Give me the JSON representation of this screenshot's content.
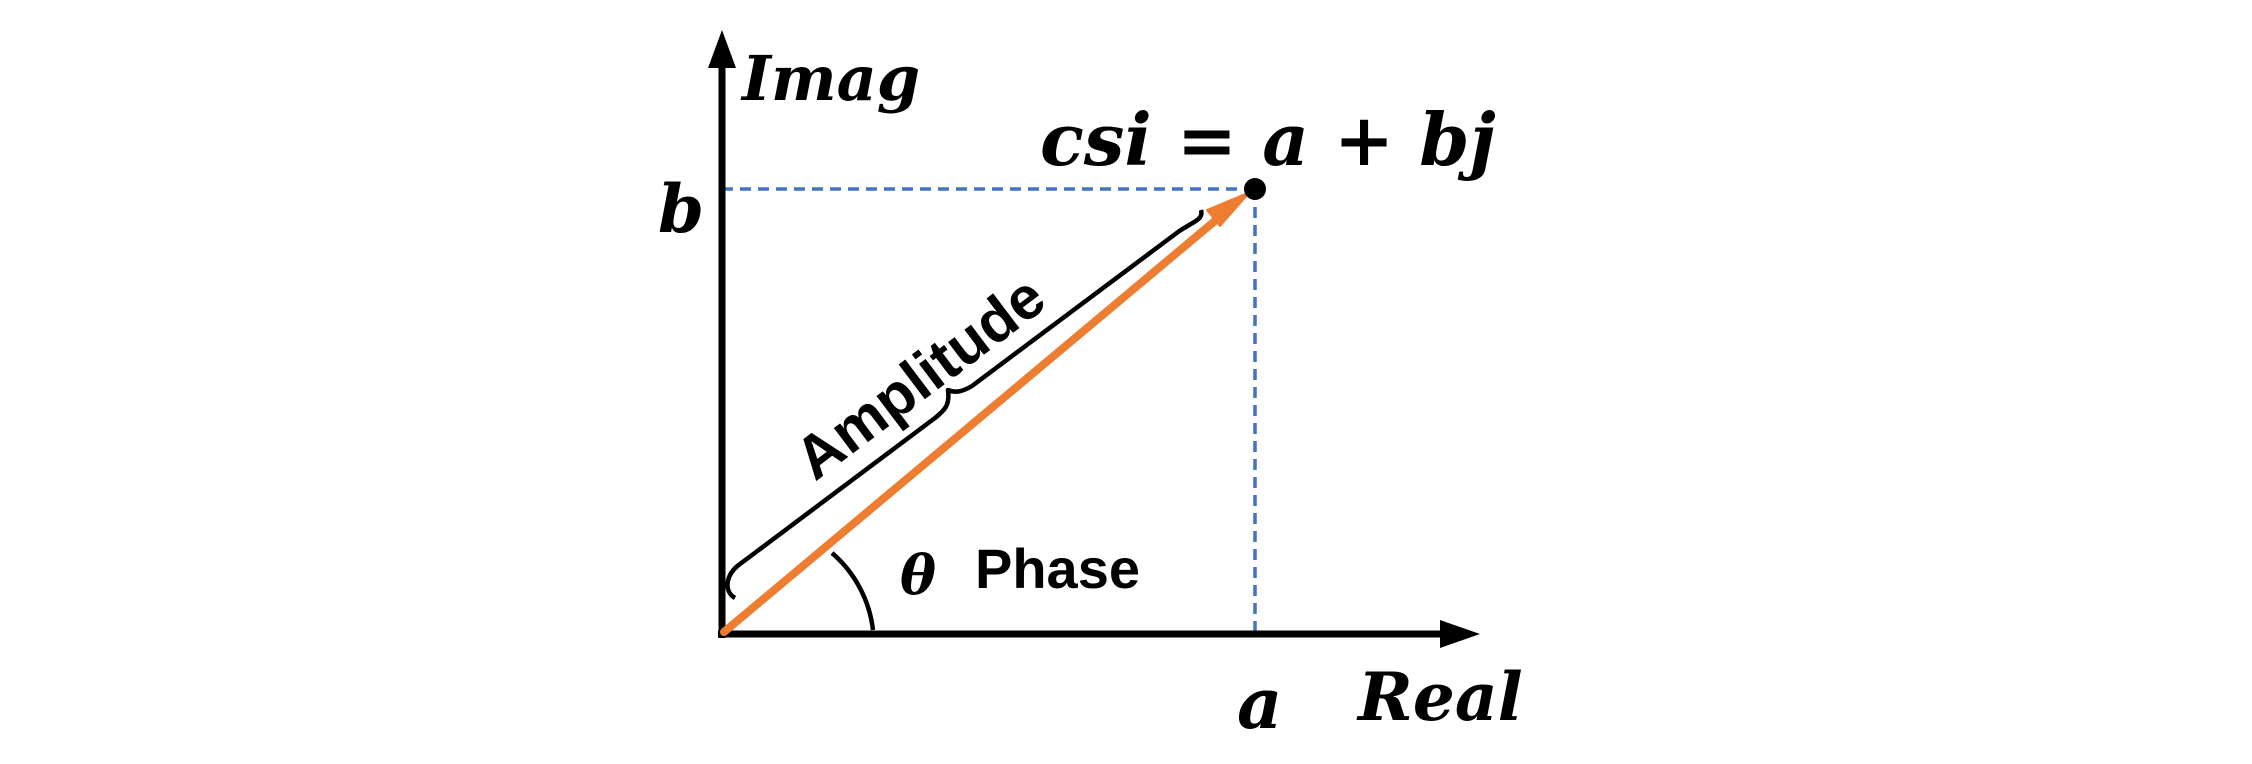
{
  "axes": {
    "y_label": "Imag",
    "x_label": "Real"
  },
  "ticks": {
    "b": "b",
    "a": "a"
  },
  "equation": "csi = a + bj",
  "vector": {
    "amplitude_label": "Amplitude",
    "angle_symbol": "θ",
    "phase_label": "Phase"
  },
  "colors": {
    "axis": "#000000",
    "vector": "#ED7D31",
    "projection": "#4472C4",
    "point": "#000000"
  }
}
